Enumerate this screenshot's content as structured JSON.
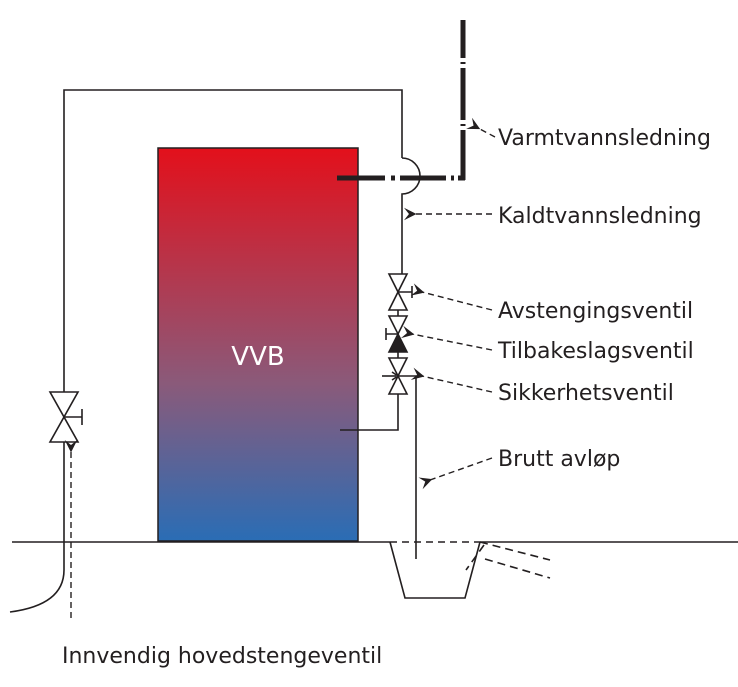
{
  "tank_label": "VVB",
  "colors": {
    "tank_top": "#e3101b",
    "tank_bottom": "#2a6db5",
    "line": "#231f20"
  },
  "labels": {
    "hot_water": "Varmtvannsledning",
    "cold_water": "Kaldtvannsledning",
    "shutoff_valve": "Avstengingsventil",
    "check_valve": "Tilbakeslagsventil",
    "safety_valve": "Sikkerhetsventil",
    "air_gap_drain": "Brutt avløp",
    "main_shutoff": "Innvendig hovedstengeventil"
  }
}
